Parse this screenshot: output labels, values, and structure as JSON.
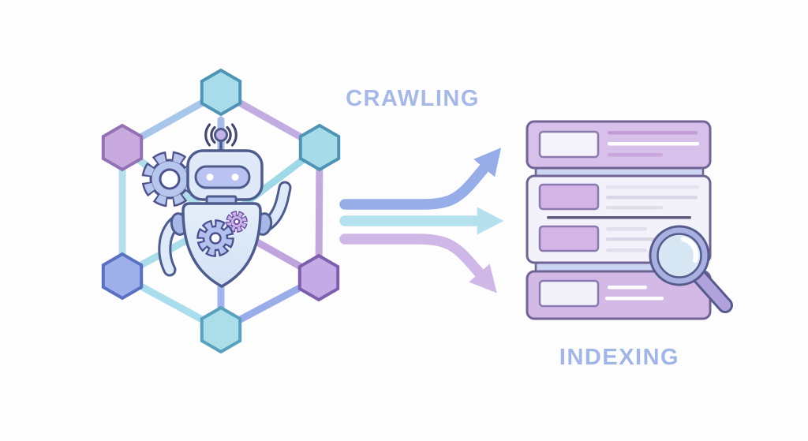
{
  "scene": {
    "background_color": "#fdfdfe",
    "description": "Illustration of web crawling: robot in hexagonal web network, flow arrows, indexed server stack with magnifier"
  },
  "labels": {
    "crawling": "CRAWLING",
    "indexing": "INDEXING",
    "label_color": "#a5b9e6"
  },
  "network": {
    "node_count": 6,
    "nodes": [
      {
        "position": "top",
        "fill": "#a8dcea",
        "stroke": "#4f94b5"
      },
      {
        "position": "upper-left",
        "fill": "#c9aade",
        "stroke": "#9471b5"
      },
      {
        "position": "upper-right",
        "fill": "#a6dcea",
        "stroke": "#4f94b5"
      },
      {
        "position": "lower-left",
        "fill": "#9db0ea",
        "stroke": "#5a70c2"
      },
      {
        "position": "lower-right",
        "fill": "#c5abe5",
        "stroke": "#7d5fae"
      },
      {
        "position": "bottom",
        "fill": "#abdee9",
        "stroke": "#58a0bd"
      }
    ],
    "edge_colors": [
      "#a8c6e9",
      "#c2ade0",
      "#b5e0ea",
      "#c3aadd",
      "#aadded",
      "#9bade8"
    ]
  },
  "robot": {
    "body_fill": "#dde9f8",
    "outline": "#4d5c8c",
    "visor_fill": "#b9c2f1",
    "gear_large_fill": "#b7c6ec",
    "gear_body_fill": "#b3c1ee",
    "gear_small_fill": "#cab5e9",
    "antenna_ball_fill": "#c2b2e8"
  },
  "arrows": [
    {
      "name": "arrow-up-right",
      "color": "#97ade8",
      "direction": "curves up-right"
    },
    {
      "name": "arrow-right",
      "color": "#b5e1ee",
      "direction": "straight right"
    },
    {
      "name": "arrow-down-right",
      "color": "#cfb7e7",
      "direction": "curves down-right"
    }
  ],
  "server_stack": {
    "unit_count": 3,
    "units": [
      {
        "fill": "#d7c0e9",
        "label_chip": "light",
        "detail_lines": 3
      },
      {
        "fill": "#f3f2fa",
        "label_chip": "purple",
        "detail_lines": 6,
        "rows": 2
      },
      {
        "fill": "#d2b9e6",
        "label_chip": "light",
        "detail_lines": 2
      }
    ],
    "outline": "#6f6494",
    "connector_fill": "#ccd5f1",
    "chip_purple": "#d4b4e6",
    "chip_light": "#f4f3fb"
  },
  "magnifier": {
    "rim_fill": "#a9b1e2",
    "lens_fill": "#d6e7f3",
    "handle_fill": "#b1a2de",
    "outline": "#565b8b"
  }
}
